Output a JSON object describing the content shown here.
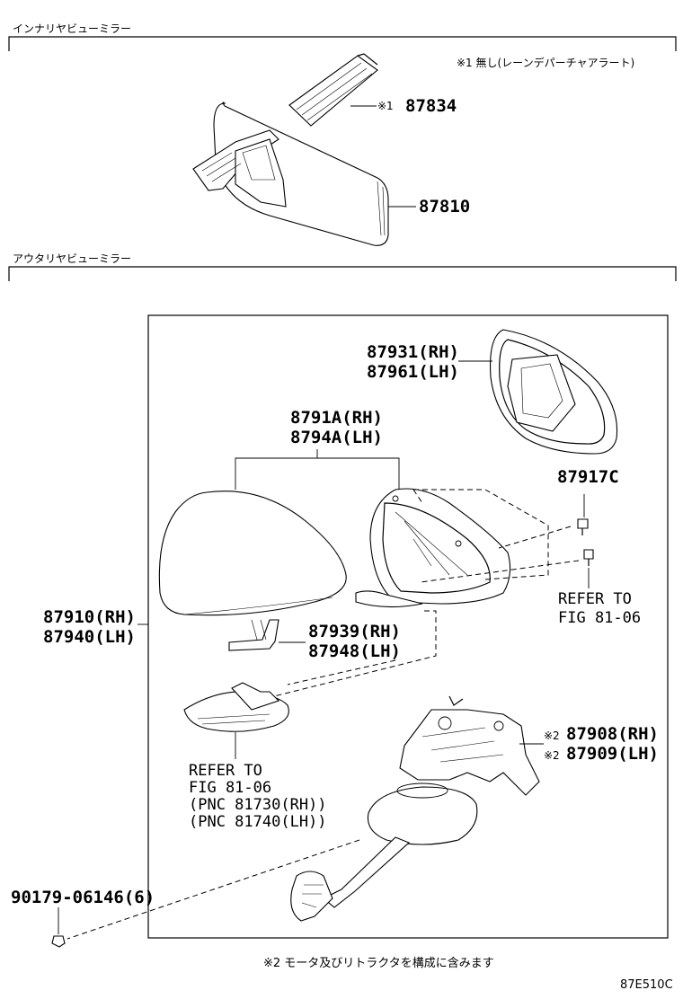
{
  "sections": {
    "inner_mirror_title": "インナリヤビューミラー",
    "outer_mirror_title": "アウタリヤビューミラー"
  },
  "notes": {
    "note1": "※1 無し(レーンデパーチャアラート)",
    "note2": "※2 モータ及びリトラクタを構成に含みます"
  },
  "parts": {
    "p87834_mark": "※1",
    "p87834": "87834",
    "p87810": "87810",
    "p87931": "87931(RH)",
    "p87961": "87961(LH)",
    "p8791A": "8791A(RH)",
    "p8794A": "8794A(LH)",
    "p87917C": "87917C",
    "refer1_a": "REFER TO",
    "refer1_b": "FIG 81-06",
    "p87910": "87910(RH)",
    "p87940": "87940(LH)",
    "p87939": "87939(RH)",
    "p87948": "87948(LH)",
    "p87908_mark": "※2",
    "p87908": "87908(RH)",
    "p87909_mark": "※2",
    "p87909": "87909(LH)",
    "refer2_a": "REFER TO",
    "refer2_b": "FIG 81-06",
    "refer2_c": "(PNC 81730(RH))",
    "refer2_d": "(PNC 81740(LH))",
    "p90179": "90179-06146(6)"
  },
  "figure_id": "87E510C"
}
